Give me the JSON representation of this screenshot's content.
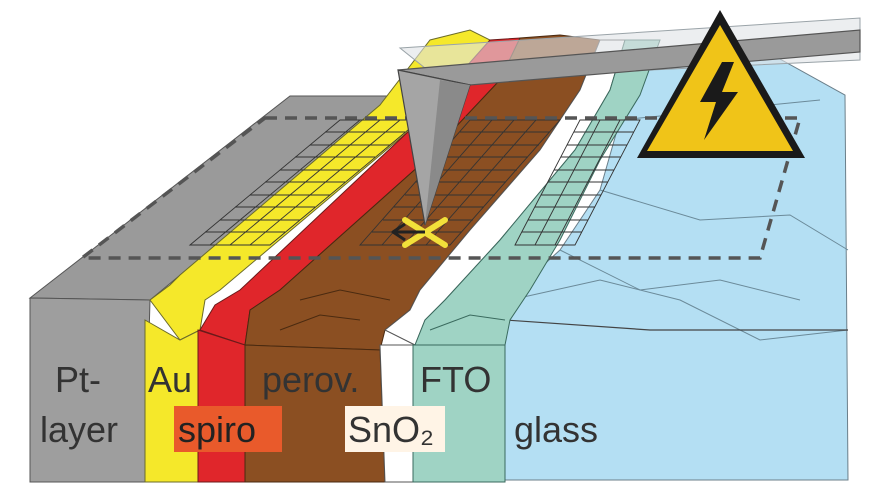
{
  "labels": {
    "pt_line1": "Pt-",
    "pt_line2": "layer",
    "au": "Au",
    "spiro": "spiro",
    "perovskite": "perov.",
    "sno2": "SnO₂",
    "fto": "FTO",
    "glass": "glass"
  },
  "colors": {
    "pt": "#999999",
    "au": "#f5e82a",
    "spiro": "#e0262b",
    "spiro_label_bg": "#e95a2b",
    "perovskite": "#8b4f22",
    "sno2": "#ffffff",
    "fto": "#9fd3c4",
    "glass": "#b4dff3",
    "warning": "#f0c418",
    "cantilever": "#9a9a9a",
    "cut_mark": "#f2e03a"
  },
  "icons": {
    "warning": "high-voltage-warning-icon",
    "direction": "left-arrow-icon",
    "cut": "cross-mark-icon"
  }
}
